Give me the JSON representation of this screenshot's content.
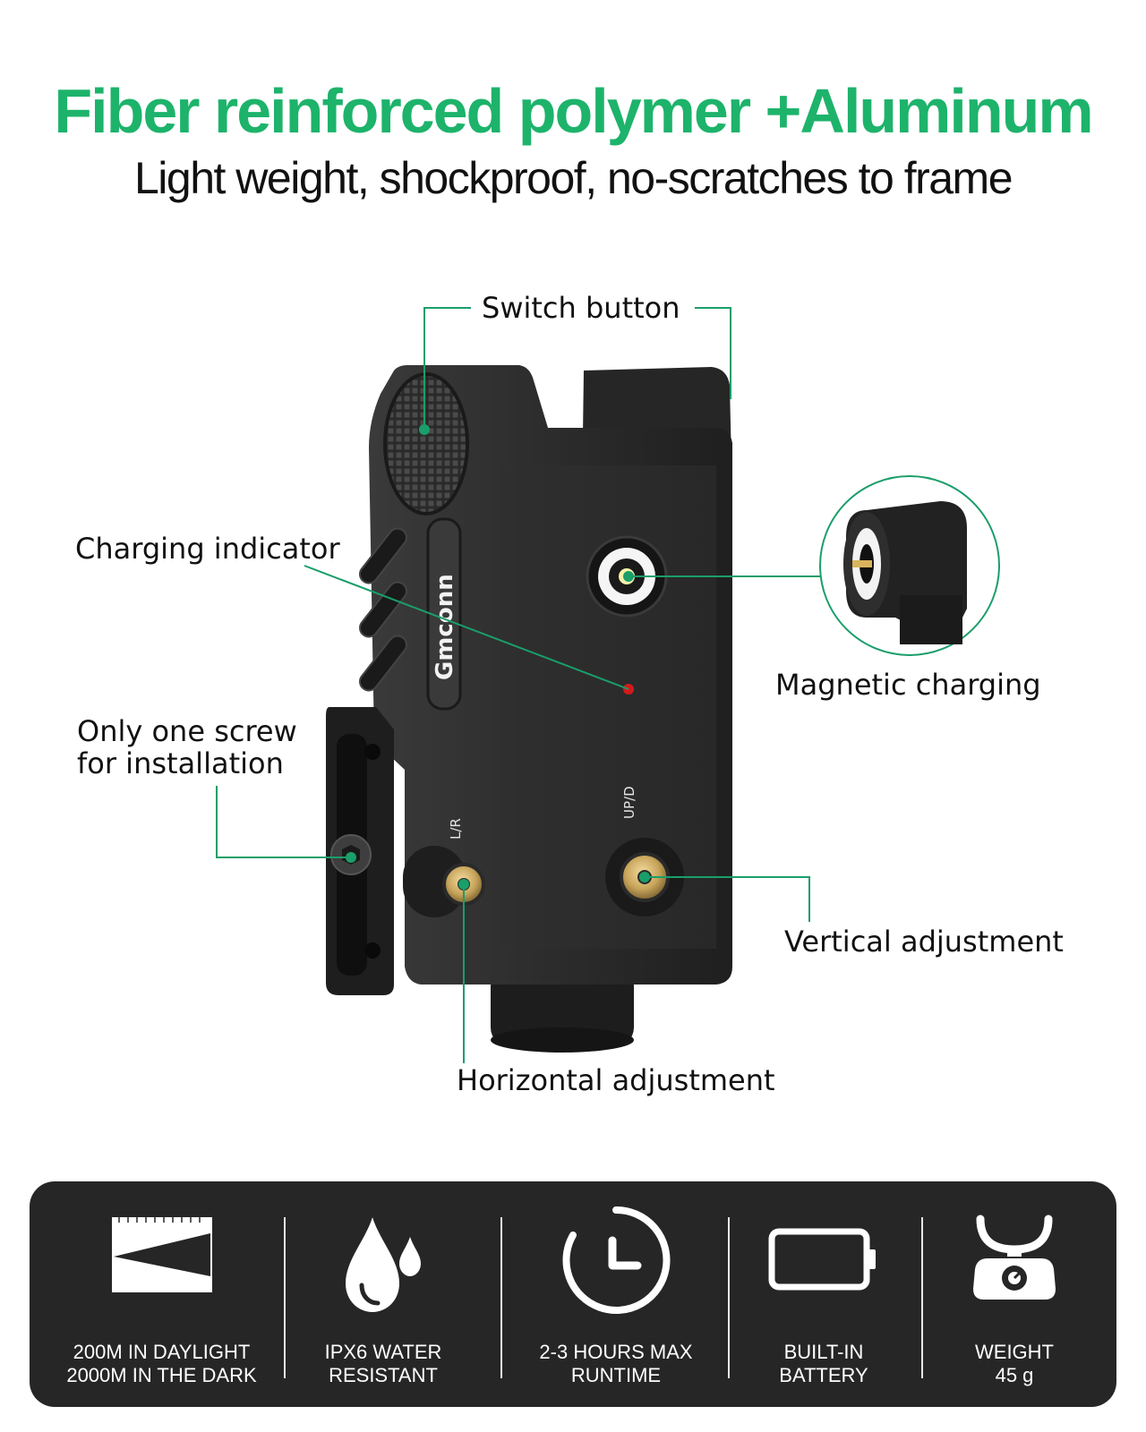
{
  "header": {
    "title": "Fiber reinforced polymer +Aluminum",
    "subtitle": "Light weight, shockproof, no-scratches to frame"
  },
  "device": {
    "brand": "Gmconn",
    "marking_lr": "L/R",
    "marking_updown": "UP/D"
  },
  "callouts": {
    "switch_button": "Switch button",
    "charging_indicator": "Charging indicator",
    "screw_line1": "Only one screw",
    "screw_line2": "for installation",
    "magnetic_charging": "Magnetic charging",
    "vertical_adjustment": "Vertical adjustment",
    "horizontal_adjustment": "Horizontal adjustment"
  },
  "features": [
    {
      "line1": "200M IN DAYLIGHT",
      "line2": "2000M IN THE DARK",
      "icon": "range-beam-icon"
    },
    {
      "line1": "IPX6 WATER",
      "line2": "RESISTANT",
      "icon": "water-drops-icon"
    },
    {
      "line1": "2-3 HOURS MAX",
      "line2": "RUNTIME",
      "icon": "clock-icon"
    },
    {
      "line1": "BUILT-IN",
      "line2": "BATTERY",
      "icon": "battery-icon"
    },
    {
      "line1": "WEIGHT",
      "line2": "45 g",
      "icon": "weighing-scale-icon"
    }
  ],
  "colors": {
    "accent_green": "#1db36b",
    "leader_line": "#1a9e6a",
    "panel_background": "#262626",
    "device_body": "#2b2b2b",
    "indicator_red": "#d41a1a",
    "brass": "#c7a45a"
  }
}
